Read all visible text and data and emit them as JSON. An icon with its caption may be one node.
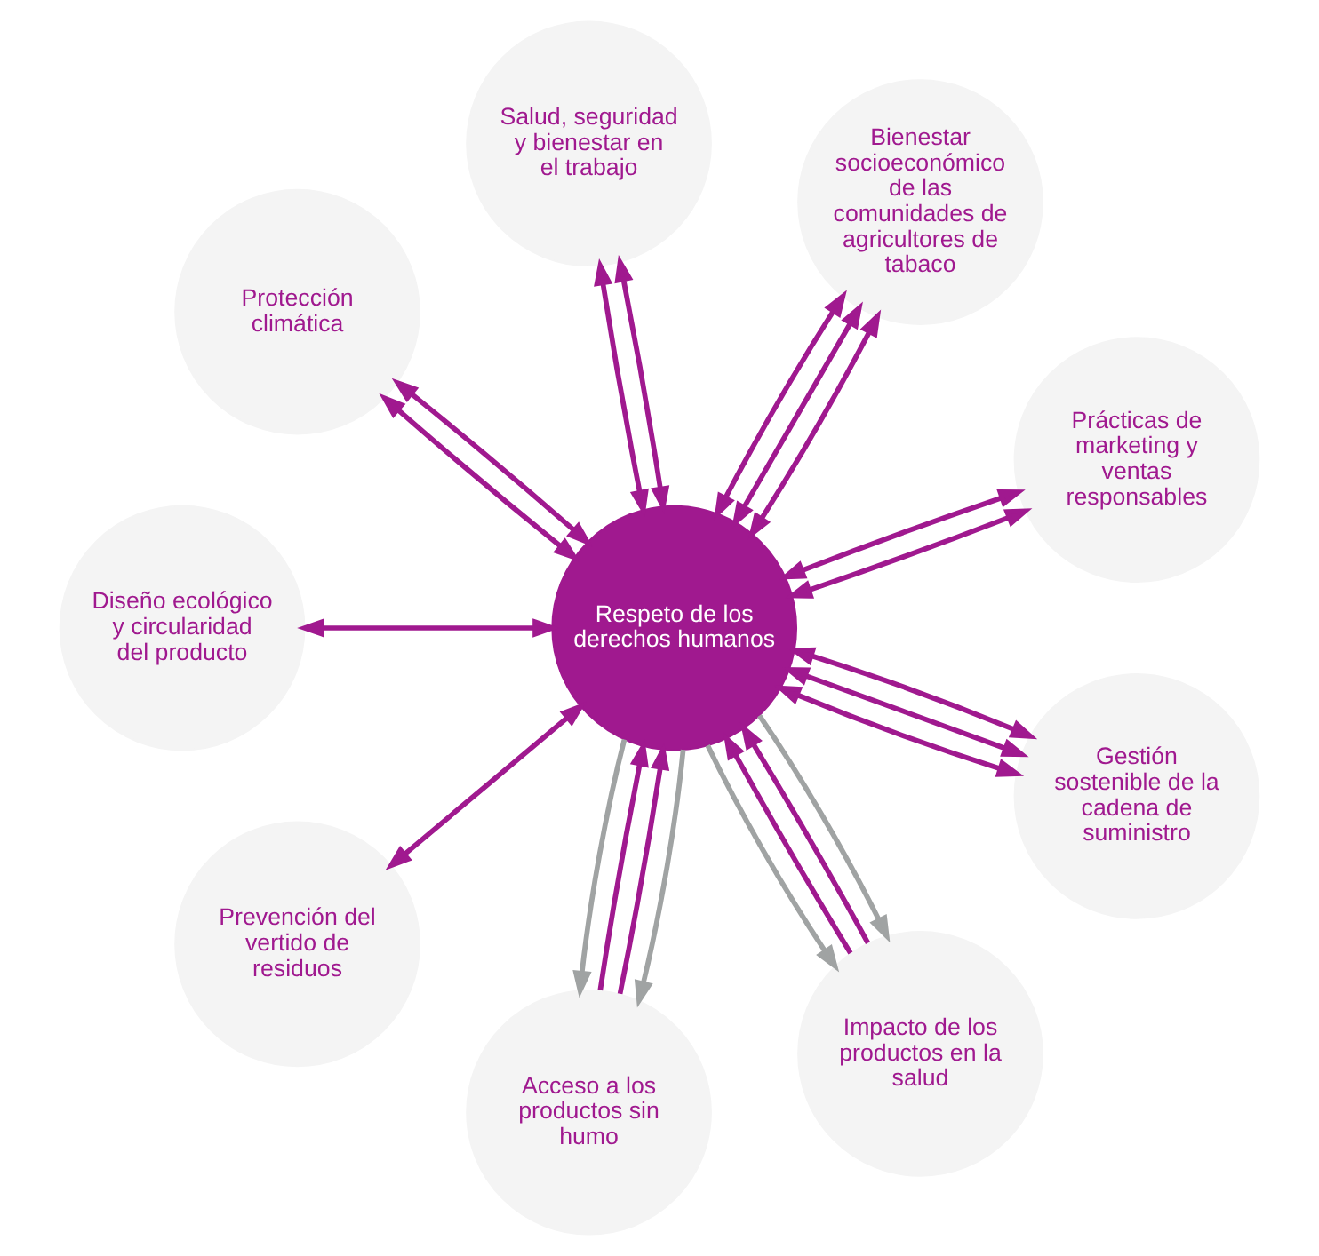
{
  "diagram": {
    "nodes": [
      {
        "text": [
          "Respeto de los derechos humanos"
        ]
      },
      {
        "text": [
          "Prácticas de marketing y ventas responsables"
        ]
      },
      {
        "text": [
          "Bienestar socioeconómico de las comunidades de agricultores de tabaco"
        ]
      },
      {
        "text": [
          "Salud, seguridad y bienestar en el trabajo"
        ]
      },
      {
        "text": [
          "Protección climática"
        ]
      },
      {
        "text": [
          "Diseño ecológico y circularidad del producto"
        ]
      },
      {
        "text": [
          "Prevención del vertido de residuos"
        ]
      },
      {
        "text": [
          "Acceso a los productos sin humo"
        ]
      },
      {
        "text": [
          "Impacto de los productos en la salud"
        ]
      },
      {
        "text": [
          "Gestión sostenible de la cadena de suministro"
        ]
      }
    ],
    "edges": [
      {
        "from": 0,
        "to": 1,
        "arrow": "both"
      },
      {
        "from": 0,
        "to": 1,
        "arrow": "both"
      },
      {
        "from": 0,
        "to": 2,
        "arrow": "both"
      },
      {
        "from": 0,
        "to": 2,
        "arrow": "both"
      },
      {
        "from": 0,
        "to": 2,
        "arrow": "both"
      },
      {
        "from": 0,
        "to": 3,
        "arrow": "both"
      },
      {
        "from": 0,
        "to": 3,
        "arrow": "both"
      },
      {
        "from": 0,
        "to": 4,
        "arrow": "both"
      },
      {
        "from": 0,
        "to": 4,
        "arrow": "both"
      },
      {
        "from": 0,
        "to": 5,
        "arrow": "both"
      },
      {
        "from": 0,
        "to": 6,
        "arrow": "both"
      },
      {
        "from": 0,
        "to": 7,
        "arrow": "to",
        "color": "#a0a3a3"
      },
      {
        "from": 0,
        "to": 7,
        "arrow": "to",
        "color": "#a0a3a3"
      },
      {
        "from": 7,
        "to": 0,
        "arrow": "to"
      },
      {
        "from": 7,
        "to": 0,
        "arrow": "to"
      },
      {
        "from": 0,
        "to": 8,
        "arrow": "to",
        "color": "#a0a3a3"
      },
      {
        "from": 0,
        "to": 8,
        "arrow": "to",
        "color": "#a0a3a3"
      },
      {
        "from": 8,
        "to": 0,
        "arrow": "to"
      },
      {
        "from": 8,
        "to": 0,
        "arrow": "to"
      },
      {
        "from": 0,
        "to": 9,
        "arrow": "both"
      },
      {
        "from": 0,
        "to": 9,
        "arrow": "both"
      },
      {
        "from": 0,
        "to": 9,
        "arrow": "both"
      }
    ]
  }
}
